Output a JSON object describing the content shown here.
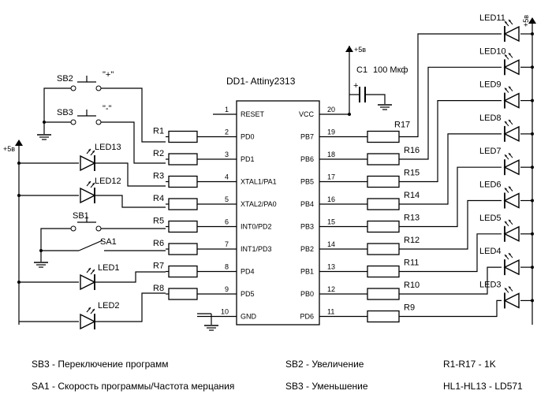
{
  "chip": {
    "title": "DD1- Attiny2313",
    "left_pins": [
      {
        "num": "1",
        "name": "RESET"
      },
      {
        "num": "2",
        "name": "PD0"
      },
      {
        "num": "3",
        "name": "PD1"
      },
      {
        "num": "4",
        "name": "XTAL1/PA1"
      },
      {
        "num": "5",
        "name": "XTAL2/PA0"
      },
      {
        "num": "6",
        "name": "INT0/PD2"
      },
      {
        "num": "7",
        "name": "INT1/PD3"
      },
      {
        "num": "8",
        "name": "PD4"
      },
      {
        "num": "9",
        "name": "PD5"
      },
      {
        "num": "10",
        "name": "GND"
      }
    ],
    "right_pins": [
      {
        "num": "20",
        "name": "VCC"
      },
      {
        "num": "19",
        "name": "PB7"
      },
      {
        "num": "18",
        "name": "PB6"
      },
      {
        "num": "17",
        "name": "PB5"
      },
      {
        "num": "16",
        "name": "PB4"
      },
      {
        "num": "15",
        "name": "PB3"
      },
      {
        "num": "14",
        "name": "PB2"
      },
      {
        "num": "13",
        "name": "PB1"
      },
      {
        "num": "12",
        "name": "PB0"
      },
      {
        "num": "11",
        "name": "PD6"
      }
    ]
  },
  "left_resistors": [
    "R1",
    "R2",
    "R3",
    "R4",
    "R5",
    "R6",
    "R7",
    "R8"
  ],
  "right_resistors": [
    "R17",
    "R16",
    "R15",
    "R14",
    "R13",
    "R12",
    "R11",
    "R10",
    "R9"
  ],
  "right_leds": [
    "LED11",
    "LED10",
    "LED9",
    "LED8",
    "LED7",
    "LED6",
    "LED5",
    "LED4",
    "LED3"
  ],
  "left_leds": [
    "LED13",
    "LED12",
    "LED1",
    "LED2"
  ],
  "buttons": {
    "sb2": "SB2",
    "sb2_sign": "\"+\"",
    "sb3": "SB3",
    "sb3_sign": "\"-\"",
    "sb1": "SB1",
    "sa1": "SA1"
  },
  "capacitor": {
    "label": "C1",
    "value": "100 Мкф",
    "plus": "+"
  },
  "supply": {
    "top": "+5в",
    "right": "+5в",
    "left": "+5в"
  },
  "legend": {
    "l1": "SB3 - Переключение программ",
    "l2": "SA1 - Скорость программы/Частота мерцания",
    "m1": "SB2 - Увеличение",
    "m2": "SB3 - Уменьшение",
    "r1": "R1-R17 - 1K",
    "r2": "HL1-HL13 - LD571"
  }
}
